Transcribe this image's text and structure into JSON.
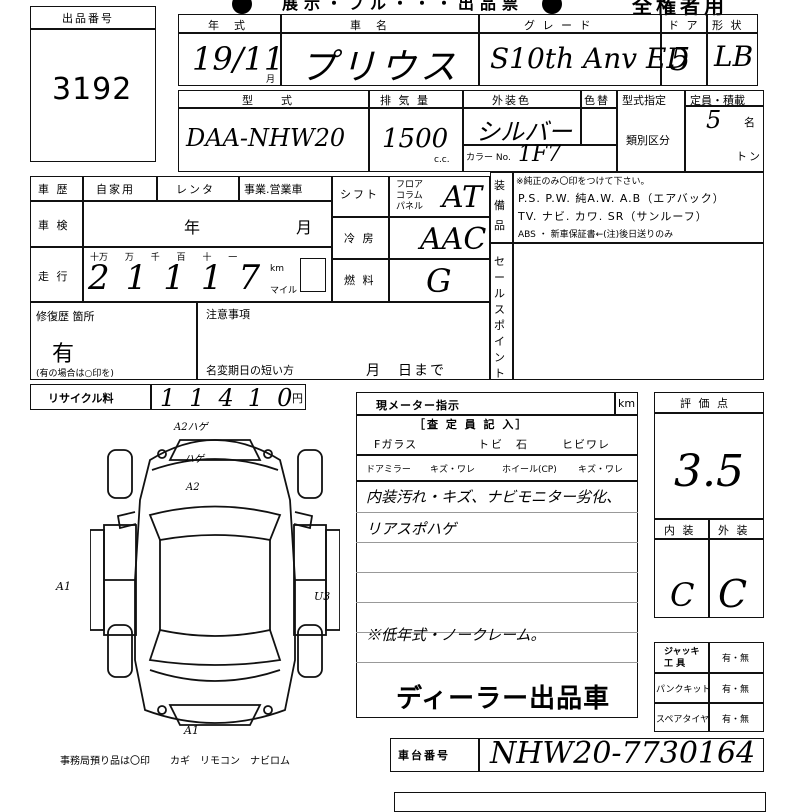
{
  "header": {
    "cut_title": "展示・フル・・・出品票",
    "usage": "全権者用"
  },
  "lot": {
    "label": "出品番号",
    "value": "3192"
  },
  "row1": {
    "year_label": "年　式",
    "year_value": "19/11",
    "month_unit": "月",
    "name_label": "車　名",
    "name_value": "プリウス",
    "grade_label": "グ レ ー ド",
    "grade_value": "S10th Anv ED",
    "door_label": "ド ア",
    "door_value": "5",
    "shape_label": "形 状",
    "shape_value": "LB"
  },
  "row2": {
    "model_label": "型　　式",
    "model_value": "DAA-NHW20",
    "disp_label": "排 気 量",
    "disp_value": "1500",
    "disp_unit": "c.c.",
    "color_label": "外装色",
    "color_value": "シルバー",
    "repaint_label": "色替",
    "color_no_label": "カラー No.",
    "color_no_value": "1F7",
    "model_spec_label": "型式指定",
    "class_label": "類別区分",
    "capacity_label": "定員・積載",
    "capacity_value": "5",
    "capacity_unit": "名",
    "load_unit": "トン"
  },
  "history": {
    "label": "車 歴",
    "options": "自家用",
    "rental": "レンタ",
    "business": "事業.営業車",
    "inspection_label": "車 検",
    "inspection_value": "年　月",
    "mileage_label": "走 行",
    "mileage_digits": "十万 万 千 百 十 一",
    "mileage_value": "21117",
    "km": "km",
    "mile": "マイル",
    "repair_label": "修復歴 箇所",
    "repair_value": "有",
    "repair_note": "(有の場合は○印を)",
    "recycle_label": "リサイクル料",
    "recycle_value": "11410",
    "recycle_unit": "円"
  },
  "shift": {
    "shift_label": "シフト",
    "floor_column_panel": "フロア コラム パネル",
    "shift_value": "AT",
    "ac_label": "冷 房",
    "ac_value": "AAC",
    "fuel_label": "燃 料",
    "fuel_value": "G"
  },
  "equipment": {
    "label": "装備品",
    "note": "※純正のみ〇印をつけて下さい。",
    "line1": "P.S. P.W. 純A.W. A.B（エアバック）",
    "line2": "TV. ナビ. カワ. SR（サンルーフ）",
    "line3": "ABS ・ 新車保証書←(注)後日送りのみ",
    "sales_point_label": "セールスポイント"
  },
  "notes": {
    "label": "注意事項",
    "name_change": "名変期日の短い方",
    "month_day": "月　日まで"
  },
  "inspection": {
    "meter_label": "現メーター指示",
    "meter_unit": "km",
    "inspector_label": "［査 定 員 記 入］",
    "fglass": "Fガラス",
    "tobi": "トビ",
    "ishi": "石",
    "hibi": "ヒビワレ",
    "mirror": "ドアミラー",
    "kizu_ware": "キズ・ワレ",
    "wheel": "ホイール(CP)",
    "kizu_ware2": "キズ・ワレ",
    "comment1": "内装汚れ・キズ、ナビモニター劣化、",
    "comment2": "リアスポハゲ",
    "comment3": "※低年式・ノークレーム。",
    "dealer_stamp": "ディーラー出品車"
  },
  "grade": {
    "label": "評 価 点",
    "score": "3.5",
    "interior_label": "内 装",
    "exterior_label": "外 装",
    "interior_value": "C",
    "exterior_value": "C"
  },
  "tools": {
    "jack_label": "ジャッキ 工 具",
    "jack_value": "有・無",
    "puncture_label": "パンクキット",
    "puncture_value": "有・無",
    "spare_label": "スペアタイヤ",
    "spare_value": "有・無"
  },
  "chassis": {
    "label": "車台番号",
    "value": "NHW20-7730164"
  },
  "diagram": {
    "a2_hage": "A2ハゲ",
    "hage": "ハゲ",
    "a2": "A2",
    "a1_left": "A1",
    "u3": "U3",
    "a1_bottom": "A1",
    "footer": "事務局預り品は〇印　　カギ　リモコン　ナビロム"
  }
}
